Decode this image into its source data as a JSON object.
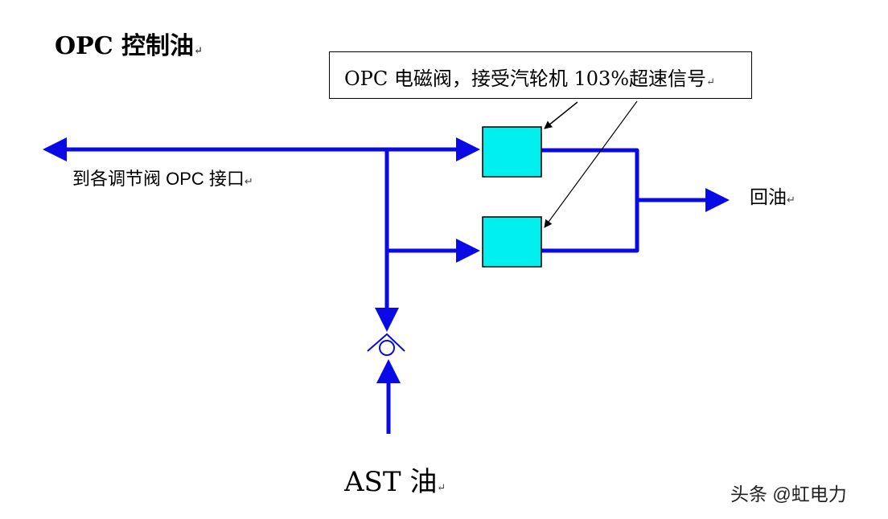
{
  "title": "OPC 控制油",
  "signal_label": "OPC 电磁阀，接受汽轮机 103%超速信号",
  "valve_interface_label": "到各调节阀 OPC 接口",
  "return_oil_label": "回油",
  "ast_oil_label": "AST 油",
  "return_mark": "↵",
  "watermark": "头条 @虹电力",
  "colors": {
    "pipe": "#0a0ae6",
    "valve_fill": "#00f0f0",
    "text": "#000000"
  }
}
